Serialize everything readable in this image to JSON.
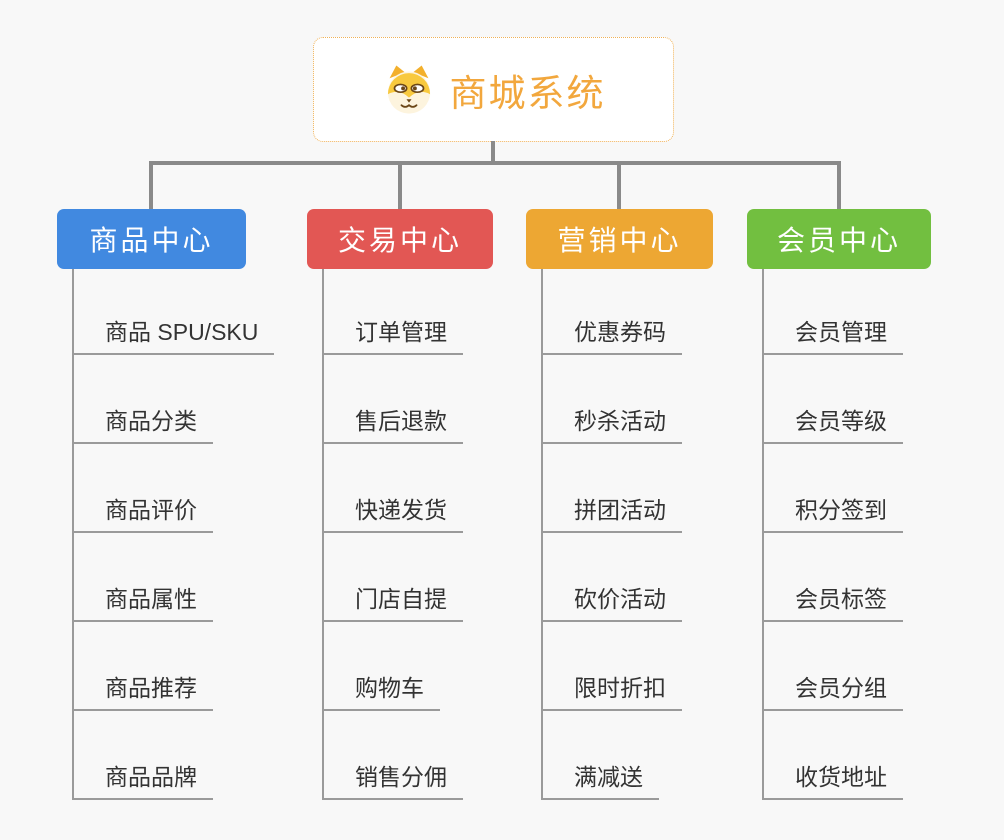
{
  "page": {
    "background": "#f8f8f8"
  },
  "root": {
    "title": "商城系统",
    "title_color": "#f2a73d",
    "icon": "dog-face-icon",
    "border_color": "#f0b258"
  },
  "connectors": {
    "top_line_color": "#8a8a8a",
    "sub_line_color": "#9a9a9a"
  },
  "branches": [
    {
      "label": "商品中心",
      "color": "#4189e0",
      "leaves": [
        "商品 SPU/SKU",
        "商品分类",
        "商品评价",
        "商品属性",
        "商品推荐",
        "商品品牌"
      ]
    },
    {
      "label": "交易中心",
      "color": "#e25754",
      "leaves": [
        "订单管理",
        "售后退款",
        "快递发货",
        "门店自提",
        "购物车",
        "销售分佣"
      ]
    },
    {
      "label": "营销中心",
      "color": "#eda733",
      "leaves": [
        "优惠券码",
        "秒杀活动",
        "拼团活动",
        "砍价活动",
        "限时折扣",
        "满减送"
      ]
    },
    {
      "label": "会员中心",
      "color": "#72bf40",
      "leaves": [
        "会员管理",
        "会员等级",
        "积分签到",
        "会员标签",
        "会员分组",
        "收货地址"
      ]
    }
  ]
}
